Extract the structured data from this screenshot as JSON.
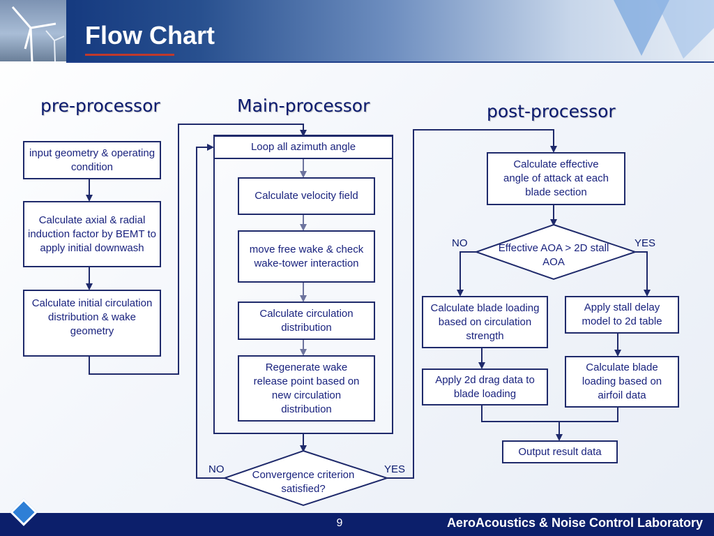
{
  "slide": {
    "title": "Flow Chart",
    "page_number": "9",
    "footer_text": "AeroAcoustics & Noise Control Laboratory",
    "colors": {
      "header_blue": "#0c2f78",
      "footer_blue": "#0c1f6b",
      "text_navy": "#1a237e",
      "title_underline": "#c0392b"
    }
  },
  "columns": {
    "pre": "pre-processor",
    "main": "Main-processor",
    "post": "post-processor"
  },
  "pre_processor": {
    "input_geometry": "input geometry & operating condition",
    "axial_induction": "Calculate axial & radial induction factor by BEMT to apply initial downwash",
    "initial_circulation": "Calculate initial circulation distribution & wake geometry"
  },
  "main_processor": {
    "loop_azimuth": "Loop all azimuth angle",
    "velocity_field": "Calculate velocity field",
    "free_wake": "move free wake & check wake-tower interaction",
    "circulation": "Calculate circulation distribution",
    "regenerate_wake": "Regenerate wake release point based on new circulation distribution",
    "convergence": "Convergence criterion satisfied?",
    "no_label": "NO",
    "yes_label": "YES"
  },
  "post_processor": {
    "effective_aoa": "Calculate effective angle of attack at each blade section",
    "decision": "Effective AOA > 2D stall AOA",
    "no_label": "NO",
    "yes_label": "YES",
    "blade_circulation": "Calculate blade loading based on circulation strength",
    "stall_delay": "Apply stall delay model to 2d table",
    "drag_data": "Apply 2d drag data to blade loading",
    "blade_airfoil": "Calculate blade loading based on airfoil data",
    "output": "Output result data"
  }
}
